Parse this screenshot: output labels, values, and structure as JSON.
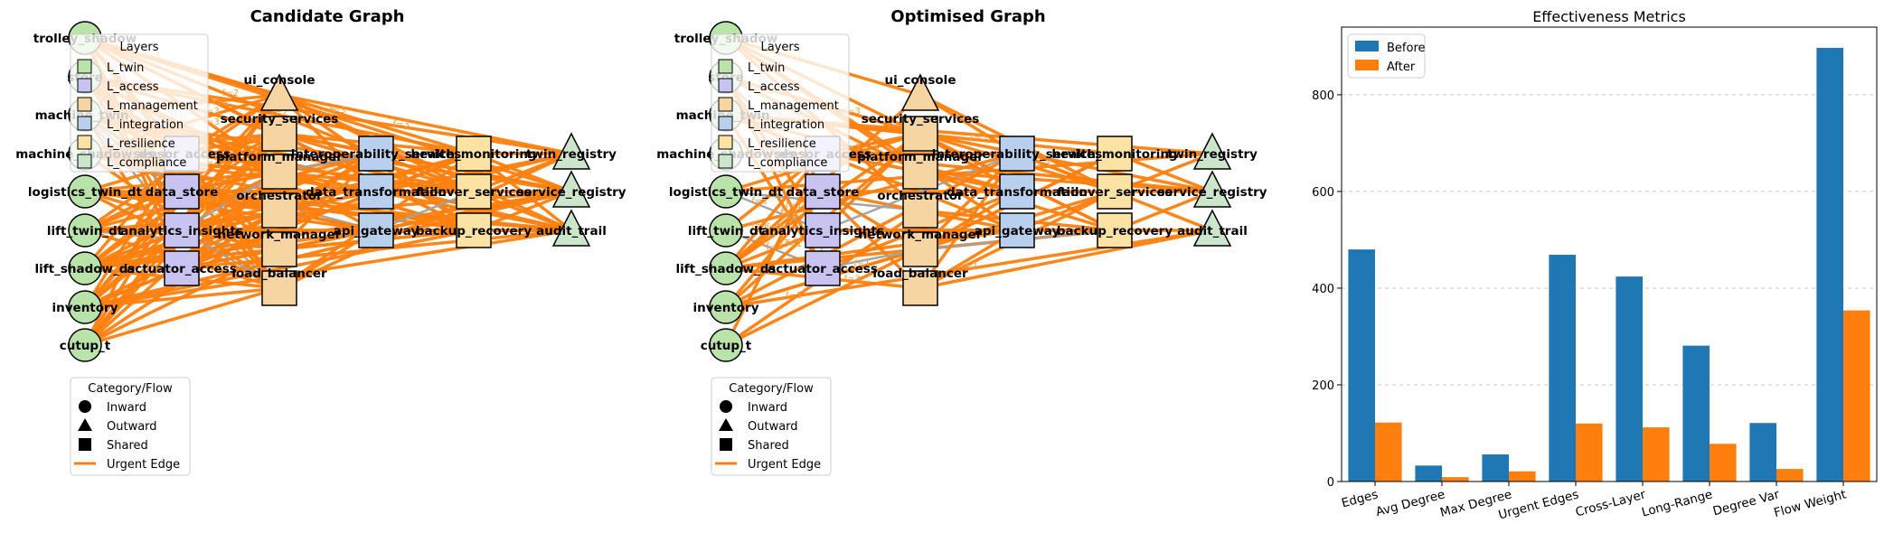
{
  "panels": [
    {
      "title": "Candidate Graph",
      "legend_layers_title": "Layers",
      "legend_cat_title": "Category/Flow"
    },
    {
      "title": "Optimised Graph",
      "legend_layers_title": "Layers",
      "legend_cat_title": "Category/Flow"
    }
  ],
  "layers": [
    {
      "name": "L_twin",
      "color": "#b9e3a8"
    },
    {
      "name": "L_access",
      "color": "#c9c3f2"
    },
    {
      "name": "L_management",
      "color": "#f6d5a3"
    },
    {
      "name": "L_integration",
      "color": "#b8d0ee"
    },
    {
      "name": "L_resilience",
      "color": "#fde3a3"
    },
    {
      "name": "L_compliance",
      "color": "#cce6cc"
    }
  ],
  "categories": [
    {
      "name": "Inward",
      "shape": "circle"
    },
    {
      "name": "Outward",
      "shape": "triangle"
    },
    {
      "name": "Shared",
      "shape": "square"
    },
    {
      "name": "Urgent Edge",
      "shape": "line"
    }
  ],
  "colors": {
    "urgent_edge": "#ff7f0e",
    "plain_edge": "#a0a0a0",
    "before": "#1f77b4",
    "after": "#ff7f0e"
  },
  "nodes": {
    "twin": [
      "trolley_shadow",
      "store",
      "machine_twin_",
      "machine_shadow_ds",
      "logistics_twin_dt",
      "lift_twin_dt",
      "lift_shadow_ds",
      "inventory",
      "cutup_t"
    ],
    "access": [
      "sensor_access",
      "data_store",
      "analytics_insights",
      "actuator_access"
    ],
    "management": [
      "ui_console",
      "security_services",
      "platform_manager",
      "orchestrator",
      "network_manager",
      "load_balancer"
    ],
    "integration": [
      "interoperability_services",
      "data_transformation",
      "api_gateway"
    ],
    "resilience": [
      "health_monitoring",
      "failover_services",
      "backup_recovery"
    ],
    "compliance": [
      "twin_registry",
      "service_registry",
      "audit_trail"
    ]
  },
  "flow_labels": [
    "f=1",
    "f=2",
    "f=3"
  ],
  "chart_data": {
    "type": "bar",
    "title": "Effectiveness Metrics",
    "categories": [
      "Edges",
      "Avg Degree",
      "Max Degree",
      "Urgent Edges",
      "Cross-Layer",
      "Long-Range",
      "Degree Var",
      "Flow Weight"
    ],
    "series": [
      {
        "name": "Before",
        "values": [
          480,
          33,
          56,
          469,
          424,
          281,
          121,
          897
        ]
      },
      {
        "name": "After",
        "values": [
          122,
          9,
          21,
          120,
          112,
          78,
          26,
          354
        ]
      }
    ],
    "ylim": [
      0,
      940
    ],
    "yticks": [
      0,
      200,
      400,
      600,
      800
    ],
    "grid": true,
    "legend": "top-left"
  }
}
